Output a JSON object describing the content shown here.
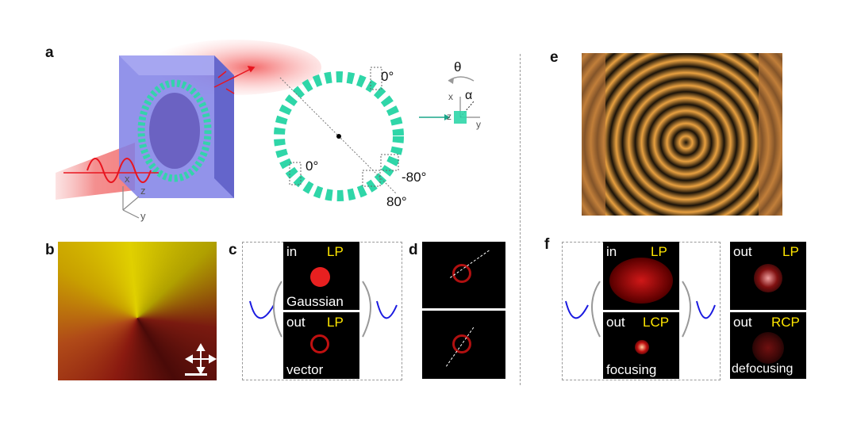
{
  "panel_labels": {
    "a": "a",
    "b": "b",
    "c": "c",
    "d": "d",
    "e": "e",
    "f": "f"
  },
  "panel_a": {
    "axes_labels": {
      "x": "x",
      "y": "y",
      "z": "z"
    },
    "angle_top": "0°",
    "angle_left": "0°",
    "angle_right_a": "-80°",
    "angle_right_b": "80°",
    "theta": "θ",
    "alpha": "α",
    "inset_x": "x",
    "inset_y": "y",
    "inset_z": "z"
  },
  "panel_c": {
    "in_label": "in",
    "in_pol": "LP",
    "in_mode": "Gaussian",
    "out_label": "out",
    "out_pol": "LP",
    "out_mode": "vector"
  },
  "panel_f": {
    "in_label": "in",
    "in_pol": "LP",
    "out1_label": "out",
    "out1_pol": "LCP",
    "out1_mode": "focusing",
    "out2_label": "out",
    "out2_pol": "LP",
    "out3_label": "out",
    "out3_pol": "RCP",
    "out3_mode": "defocusing"
  },
  "colors": {
    "beam_red": "#e8151f",
    "glass_blue": "#7a7ae0",
    "lc_green": "#2fd6a8",
    "label_yellow": "#ffe600",
    "fringe_gold": "#e8a040"
  }
}
